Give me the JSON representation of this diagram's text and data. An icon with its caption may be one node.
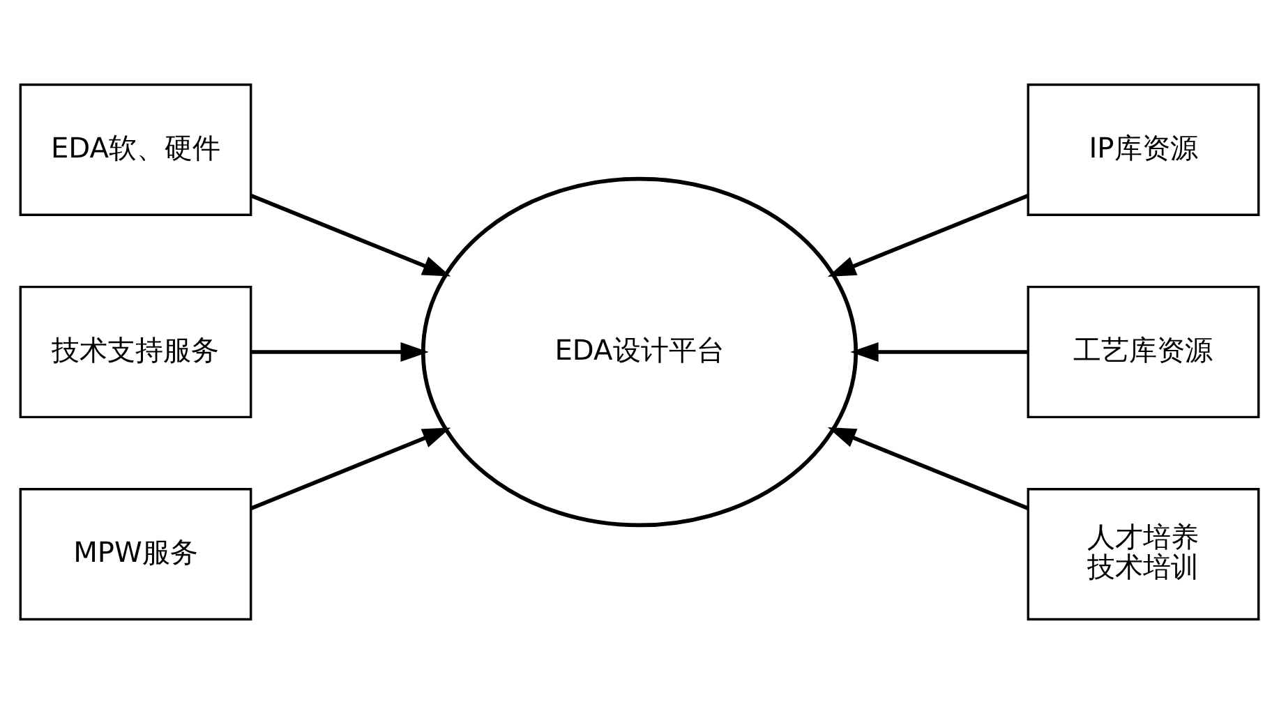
{
  "diagram": {
    "nodes": [
      {
        "text": [
          "EDA软、硬件"
        ]
      },
      {
        "text": [
          "技术支持服务"
        ]
      },
      {
        "text": [
          "MPW服务"
        ]
      },
      {
        "text": [
          "EDA设计平台"
        ]
      },
      {
        "text": [
          "IP库资源"
        ]
      },
      {
        "text": [
          "工艺库资源"
        ]
      },
      {
        "text": [
          "人才培养",
          "技术培训"
        ]
      }
    ],
    "edges": [
      {
        "from": 0,
        "to": 3,
        "arrow": "to"
      },
      {
        "from": 1,
        "to": 3,
        "arrow": "to"
      },
      {
        "from": 2,
        "to": 3,
        "arrow": "to"
      },
      {
        "from": 4,
        "to": 3,
        "arrow": "to"
      },
      {
        "from": 5,
        "to": 3,
        "arrow": "to"
      },
      {
        "from": 6,
        "to": 3,
        "arrow": "to"
      }
    ]
  }
}
